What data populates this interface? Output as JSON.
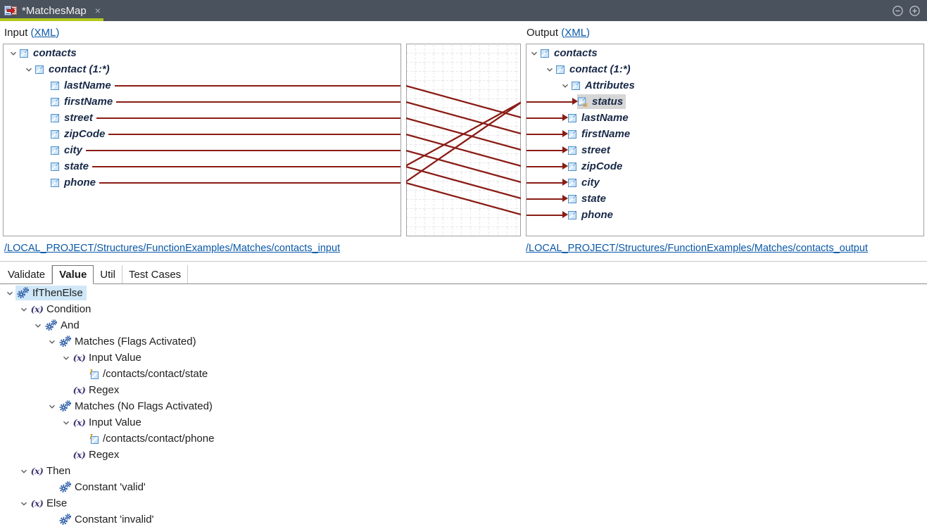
{
  "colors": {
    "mapping_line": "#8a1c15",
    "tab_underline_accent": "#b3c71d",
    "link_blue": "#0a58a8",
    "titlebar_bg": "#4a525d",
    "selection_blue": "#cfe7f8",
    "selection_gray": "#d6d6d6",
    "grid_gray": "#c9c9c9"
  },
  "titlebar": {
    "tab_title": "*MatchesMap",
    "close_glyph": "×",
    "doc_icon": "mapping-document-icon",
    "zoom_out_icon": "minus-circle-icon",
    "zoom_in_icon": "plus-circle-icon"
  },
  "mapper": {
    "input_label": "Input",
    "input_link": "(XML)",
    "output_label": "Output",
    "output_link": "(XML)",
    "input_path": "/LOCAL_PROJECT/Structures/FunctionExamples/Matches/contacts_input",
    "output_path": "/LOCAL_PROJECT/Structures/FunctionExamples/Matches/contacts_output",
    "input_tree": [
      {
        "label": "contacts",
        "level": 0,
        "chevron": true,
        "icon": "element",
        "mapped": false
      },
      {
        "label": "contact (1:*)",
        "level": 1,
        "chevron": true,
        "icon": "element",
        "mapped": false
      },
      {
        "label": "lastName",
        "level": 2,
        "chevron": false,
        "icon": "element",
        "mapped": true
      },
      {
        "label": "firstName",
        "level": 2,
        "chevron": false,
        "icon": "element",
        "mapped": true
      },
      {
        "label": "street",
        "level": 2,
        "chevron": false,
        "icon": "element",
        "mapped": true
      },
      {
        "label": "zipCode",
        "level": 2,
        "chevron": false,
        "icon": "element",
        "mapped": true
      },
      {
        "label": "city",
        "level": 2,
        "chevron": false,
        "icon": "element",
        "mapped": true
      },
      {
        "label": "state",
        "level": 2,
        "chevron": false,
        "icon": "element",
        "mapped": true
      },
      {
        "label": "phone",
        "level": 2,
        "chevron": false,
        "icon": "element",
        "mapped": true
      }
    ],
    "output_tree": [
      {
        "label": "contacts",
        "level": 0,
        "chevron": true,
        "icon": "element",
        "mapped": false
      },
      {
        "label": "contact (1:*)",
        "level": 1,
        "chevron": true,
        "icon": "element",
        "mapped": false
      },
      {
        "label": "Attributes",
        "level": 2,
        "chevron": true,
        "icon": "element",
        "mapped": false
      },
      {
        "label": "status",
        "level": 3,
        "chevron": false,
        "icon": "attribute",
        "mapped": true,
        "selected": true
      },
      {
        "label": "lastName",
        "level": 2,
        "chevron": false,
        "icon": "element",
        "mapped": true
      },
      {
        "label": "firstName",
        "level": 2,
        "chevron": false,
        "icon": "element",
        "mapped": true
      },
      {
        "label": "street",
        "level": 2,
        "chevron": false,
        "icon": "element",
        "mapped": true
      },
      {
        "label": "zipCode",
        "level": 2,
        "chevron": false,
        "icon": "element",
        "mapped": true
      },
      {
        "label": "city",
        "level": 2,
        "chevron": false,
        "icon": "element",
        "mapped": true
      },
      {
        "label": "state",
        "level": 2,
        "chevron": false,
        "icon": "element",
        "mapped": true
      },
      {
        "label": "phone",
        "level": 2,
        "chevron": false,
        "icon": "element",
        "mapped": true
      }
    ],
    "mappings": [
      {
        "from": "lastName",
        "to": "lastName"
      },
      {
        "from": "firstName",
        "to": "firstName"
      },
      {
        "from": "street",
        "to": "street"
      },
      {
        "from": "zipCode",
        "to": "zipCode"
      },
      {
        "from": "city",
        "to": "city"
      },
      {
        "from": "state",
        "to": "state"
      },
      {
        "from": "phone",
        "to": "phone"
      },
      {
        "from": "state",
        "to": "status"
      },
      {
        "from": "phone",
        "to": "status"
      }
    ]
  },
  "bottom": {
    "tabs": [
      {
        "label": "Validate",
        "active": false
      },
      {
        "label": "Value",
        "active": true
      },
      {
        "label": "Util",
        "active": false
      },
      {
        "label": "Test Cases",
        "active": false
      }
    ],
    "function_tree": [
      {
        "label": "IfThenElse",
        "level": 0,
        "chevron": true,
        "icon": "gears",
        "selected": true
      },
      {
        "label": "Condition",
        "level": 1,
        "chevron": true,
        "icon": "fx"
      },
      {
        "label": "And",
        "level": 2,
        "chevron": true,
        "icon": "gears"
      },
      {
        "label": "Matches (Flags Activated)",
        "level": 3,
        "chevron": true,
        "icon": "gears"
      },
      {
        "label": "Input Value",
        "level": 4,
        "chevron": true,
        "icon": "fx"
      },
      {
        "label": "/contacts/contact/state",
        "level": 5,
        "chevron": false,
        "icon": "element-ref"
      },
      {
        "label": "Regex",
        "level": 4,
        "chevron": false,
        "icon": "fx"
      },
      {
        "label": "Matches (No Flags Activated)",
        "level": 3,
        "chevron": true,
        "icon": "gears"
      },
      {
        "label": "Input Value",
        "level": 4,
        "chevron": true,
        "icon": "fx"
      },
      {
        "label": "/contacts/contact/phone",
        "level": 5,
        "chevron": false,
        "icon": "element-ref"
      },
      {
        "label": "Regex",
        "level": 4,
        "chevron": false,
        "icon": "fx"
      },
      {
        "label": "Then",
        "level": 1,
        "chevron": true,
        "icon": "fx"
      },
      {
        "label": "Constant 'valid'",
        "level": 3,
        "chevron": false,
        "icon": "gears"
      },
      {
        "label": "Else",
        "level": 1,
        "chevron": true,
        "icon": "fx"
      },
      {
        "label": "Constant 'invalid'",
        "level": 3,
        "chevron": false,
        "icon": "gears"
      }
    ]
  }
}
